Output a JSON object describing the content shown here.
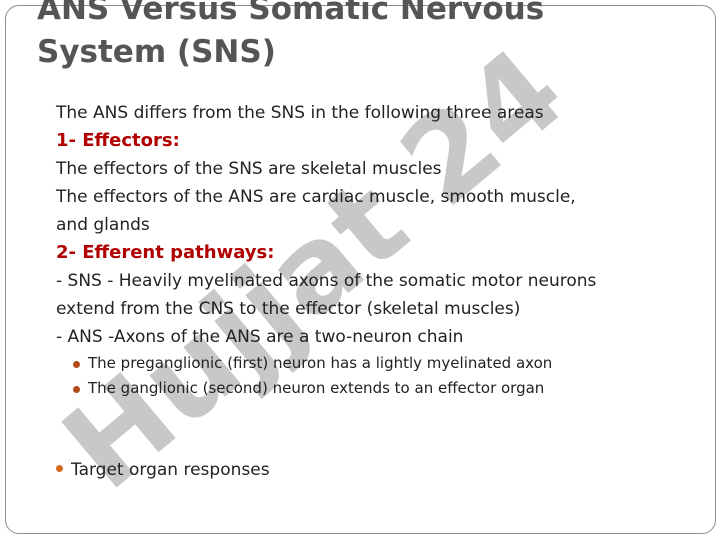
{
  "slide": {
    "title": "ANS Versus Somatic Nervous System (SNS)",
    "watermark": "Hujjat 24",
    "lines": [
      {
        "kind": "text",
        "text": "The ANS differs from the SNS in the following three areas"
      },
      {
        "kind": "heading",
        "text": "1- Effectors:"
      },
      {
        "kind": "text",
        "text": "The effectors of the SNS are skeletal muscles"
      },
      {
        "kind": "text",
        "text": "The effectors of the ANS are cardiac muscle, smooth muscle,"
      },
      {
        "kind": "text",
        "text": "and glands"
      },
      {
        "kind": "heading",
        "text": "2- Efferent pathways:"
      },
      {
        "kind": "text",
        "text": "- SNS - Heavily myelinated axons of the somatic motor neurons"
      },
      {
        "kind": "text",
        "text": "extend from the CNS to the effector (skeletal muscles)"
      },
      {
        "kind": "text",
        "text": "- ANS -Axons of the ANS are a two-neuron chain"
      }
    ],
    "sub_bullets": [
      "The preganglionic (first) neuron has a lightly myelinated axon",
      "The ganglionic (second) neuron extends to an effector organ"
    ],
    "bottom_bullet": "Target organ responses"
  },
  "colors": {
    "title": "#555555",
    "heading": "#b00000",
    "body_text": "#222222",
    "bullet": "#d2691e",
    "watermark": "#9a9a9a"
  }
}
